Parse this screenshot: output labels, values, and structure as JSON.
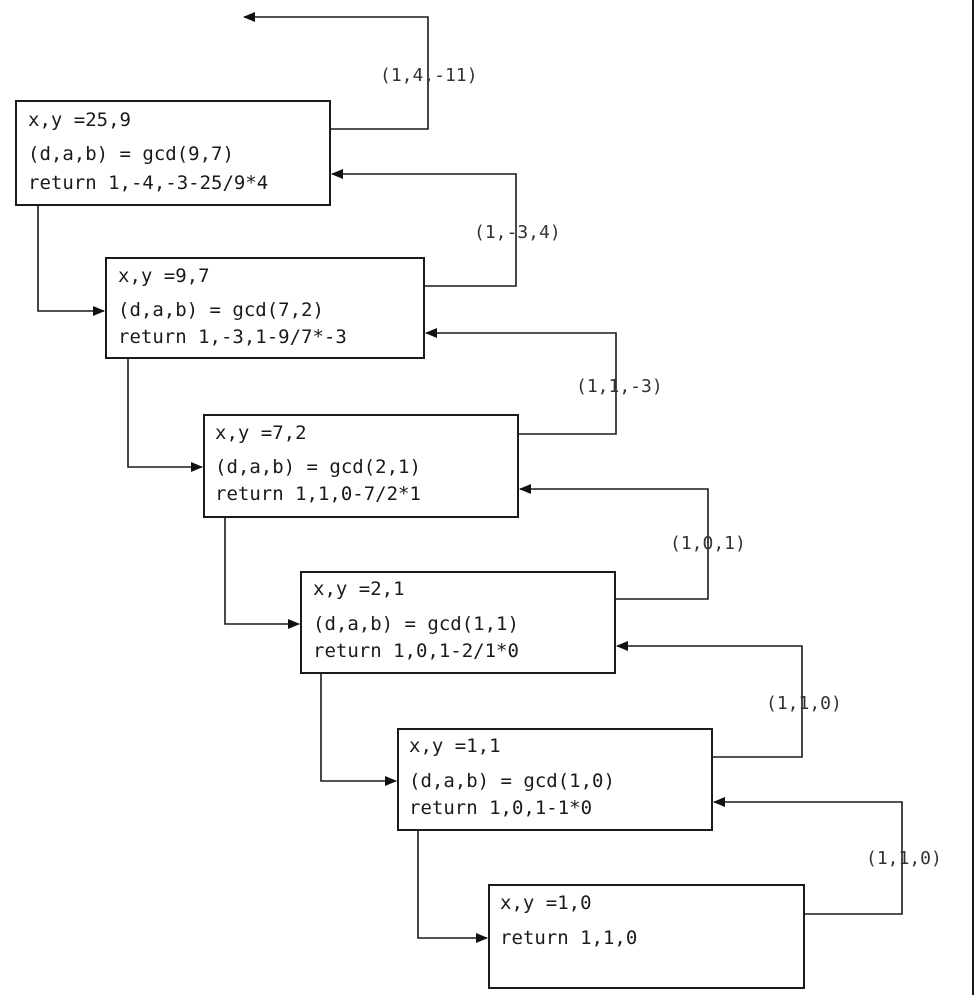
{
  "frames": [
    {
      "header": "x,y =25,9",
      "lines": [
        "(d,a,b) = gcd(9,7)",
        "return 1,-4,-3-25/9*4"
      ]
    },
    {
      "header": "x,y =9,7",
      "lines": [
        "(d,a,b) = gcd(7,2)",
        "return 1,-3,1-9/7*-3"
      ]
    },
    {
      "header": "x,y =7,2",
      "lines": [
        "(d,a,b) = gcd(2,1)",
        "return 1,1,0-7/2*1"
      ]
    },
    {
      "header": "x,y =2,1",
      "lines": [
        "(d,a,b) = gcd(1,1)",
        "return 1,0,1-2/1*0"
      ]
    },
    {
      "header": "x,y =1,1",
      "lines": [
        "(d,a,b) = gcd(1,0)",
        "return 1,0,1-1*0"
      ]
    },
    {
      "header": "x,y =1,0",
      "lines": [
        "return 1,1,0"
      ]
    }
  ],
  "returns": [
    "(1,4,-11)",
    "(1,-3,4)",
    "(1,1,-3)",
    "(1,0,1)",
    "(1,1,0)",
    "(1,1,0)"
  ]
}
